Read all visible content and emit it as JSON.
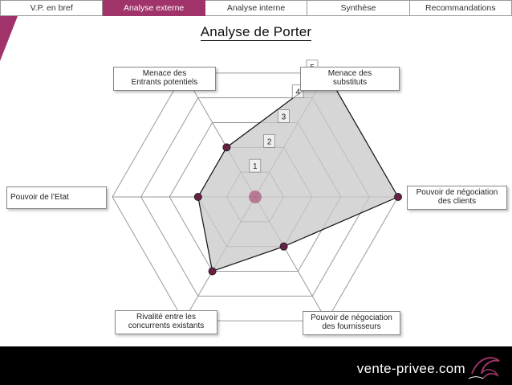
{
  "nav": {
    "tabs": [
      {
        "label": "V.P. en bref",
        "active": false
      },
      {
        "label": "Analyse externe",
        "active": true
      },
      {
        "label": "Analyse interne",
        "active": false
      },
      {
        "label": "Synthèse",
        "active": false
      },
      {
        "label": "Recommandations",
        "active": false
      }
    ]
  },
  "page": {
    "title": "Analyse de Porter"
  },
  "footer": {
    "logo_text": "vente-privee.com"
  },
  "colors": {
    "accent": "#a0336a",
    "series_fill": "#c8c8c8",
    "marker": "#6b1f45",
    "grid": "#9a9a9a"
  },
  "chart_data": {
    "type": "radar",
    "title": "",
    "categories": [
      "Menace des\nsubstituts",
      "Pouvoir de négociation\ndes clients",
      "Pouvoir de négociation\ndes fournisseurs",
      "Rivalité entre les\nconcurrents existants",
      "Pouvoir de l’Etat",
      "Menace des\nEntrants potentiels"
    ],
    "series": [
      {
        "values": [
          5,
          5,
          2,
          3,
          2,
          2
        ]
      }
    ],
    "scale": {
      "min": 0,
      "max": 5,
      "step": 1
    },
    "tick_labels": [
      "1",
      "2",
      "3",
      "4",
      "5"
    ],
    "grid": true,
    "legend": false
  }
}
